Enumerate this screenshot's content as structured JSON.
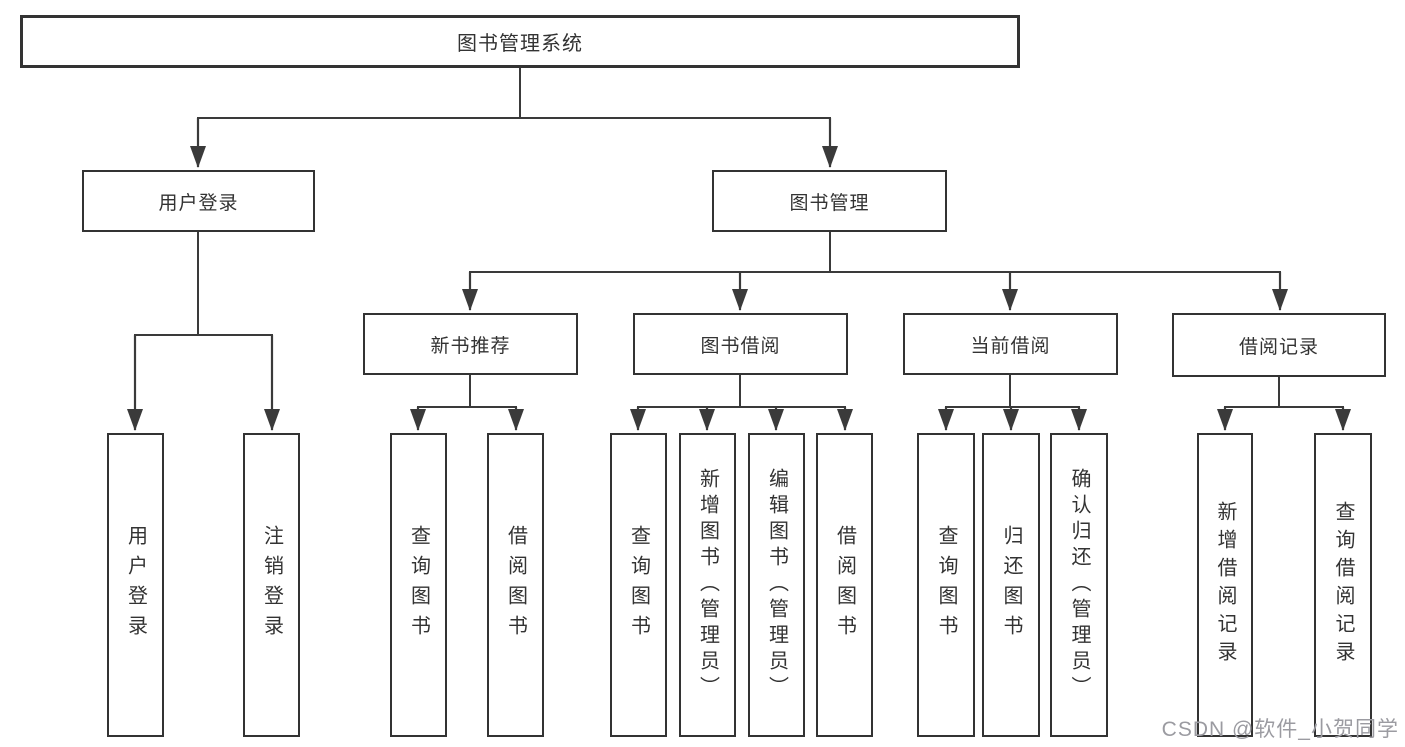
{
  "colors": {
    "bg": "#ffffff",
    "line": "#3a3a3a",
    "border": "#333333",
    "text": "#333333",
    "watermark": "#9b9ba1"
  },
  "watermark": {
    "text": "CSDN @软件_小贺同学"
  },
  "nodes": {
    "root": "图书管理系统",
    "branches": [
      {
        "label": "用户登录",
        "children": [
          "用户登录",
          "注销登录"
        ]
      },
      {
        "label": "图书管理",
        "children": [
          {
            "label": "新书推荐",
            "children": [
              "查询图书",
              "借阅图书"
            ]
          },
          {
            "label": "图书借阅",
            "children": [
              "查询图书",
              "新增图书（管理员）",
              "编辑图书（管理员）",
              "借阅图书"
            ]
          },
          {
            "label": "当前借阅",
            "children": [
              "查询图书",
              "归还图书",
              "确认归还（管理员）"
            ]
          },
          {
            "label": "借阅记录",
            "children": [
              "新增借阅记录",
              "查询借阅记录"
            ]
          }
        ]
      }
    ]
  }
}
